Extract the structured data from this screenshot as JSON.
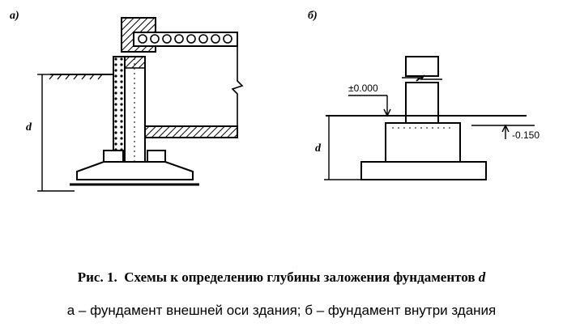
{
  "panels": {
    "a": {
      "label": "а)",
      "dimension": "d"
    },
    "b": {
      "label": "б)",
      "dimension": "d",
      "level_top": "±0.000",
      "level_floor": "-0.150"
    }
  },
  "caption": {
    "prefix": "Рис. 1.",
    "text": "Схемы к определению глубины заложения фундаментов",
    "symbol": "d"
  },
  "legend": "а – фундамент внешней оси здания; б – фундамент внутри здания"
}
